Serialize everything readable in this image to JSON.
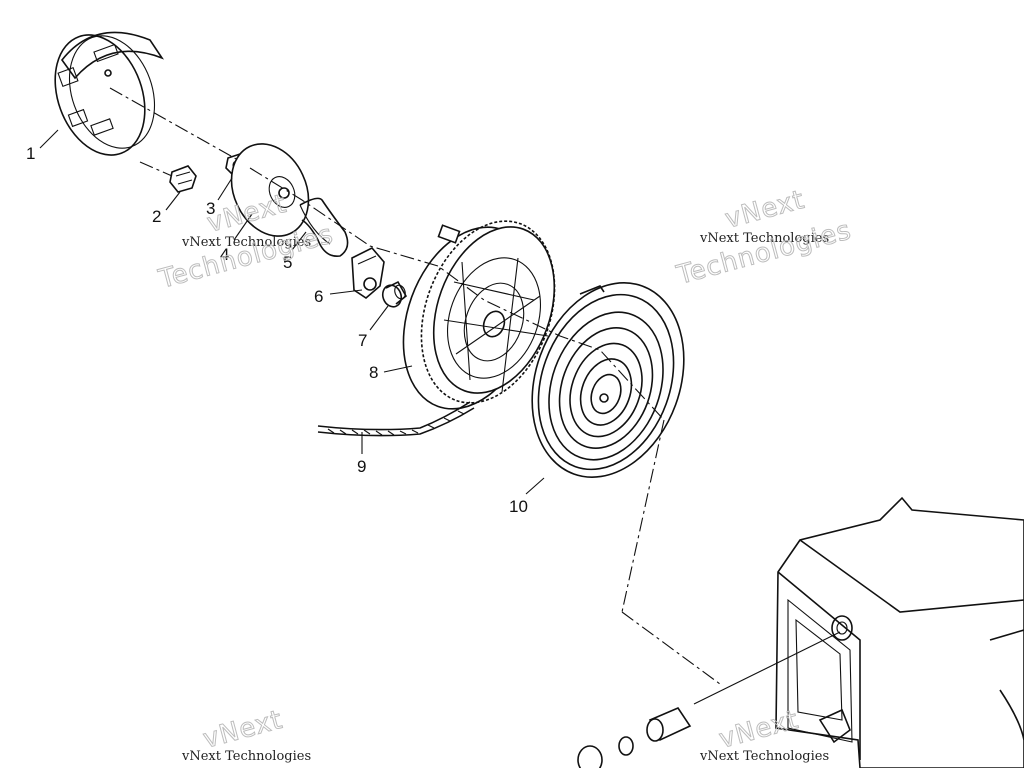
{
  "callouts": [
    {
      "id": "1",
      "text": "1"
    },
    {
      "id": "2",
      "text": "2"
    },
    {
      "id": "3",
      "text": "3"
    },
    {
      "id": "4",
      "text": "4"
    },
    {
      "id": "5",
      "text": "5"
    },
    {
      "id": "6",
      "text": "6"
    },
    {
      "id": "7",
      "text": "7"
    },
    {
      "id": "8",
      "text": "8"
    },
    {
      "id": "9",
      "text": "9"
    },
    {
      "id": "10",
      "text": "10"
    }
  ],
  "watermark": {
    "company": "vNext Technologies",
    "word1": "vNext",
    "word2": "Technologies"
  }
}
